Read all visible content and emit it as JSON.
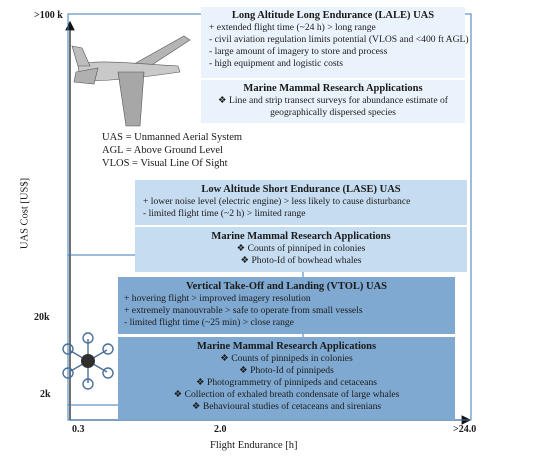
{
  "y_axis": {
    "label": "UAS Cost [US$]",
    "ticks": [
      ">100 k",
      "20k",
      "2k"
    ]
  },
  "x_axis": {
    "label": "Flight Endurance [h]",
    "ticks": [
      "0.3",
      "2.0",
      ">24.0"
    ]
  },
  "legend": [
    "UAS = Unmanned Aerial System",
    "AGL = Above Ground Level",
    "VLOS = Visual Line Of Sight"
  ],
  "lale": {
    "title": "Long Altitude Long Endurance (LALE) UAS",
    "items": [
      "+ extended flight time (~24 h) > long range",
      "- civil aviation regulation limits potential (VLOS and <400 ft AGL)",
      "- large amount of imagery to store and process",
      "- high equipment and logistic costs"
    ],
    "apps_title": "Marine Mammal Research Applications",
    "apps": [
      "❖ Line and strip transect surveys for abundance estimate of",
      "geographically dispersed species"
    ]
  },
  "lase": {
    "title": "Low Altitude Short Endurance (LASE) UAS",
    "items": [
      "+ lower noise level (electric engine) > less likely to cause disturbance",
      "- limited flight time (~2 h) > limited range"
    ],
    "apps_title": "Marine Mammal Research Applications",
    "apps": [
      "❖ Counts of pinniped in colonies",
      "❖ Photo-Id of bowhead whales"
    ]
  },
  "vtol": {
    "title": "Vertical Take-Off and Landing (VTOL) UAS",
    "items": [
      "+ hovering flight > improved imagery resolution",
      "+ extremely manouvrable > safe to operate from small vessels",
      "- limited flight time (~25 min) > close range"
    ],
    "apps_title": "Marine Mammal Research Applications",
    "apps": [
      "❖ Counts of pinnipeds in colonies",
      "❖ Photo-Id of pinnipeds",
      "❖ Photogrammetry of pinnipeds and cetaceans",
      "❖ Collection of exhaled breath condensate of large whales",
      "❖ Behavioural studies of cetaceans and sirenians"
    ]
  },
  "colors": {
    "lale_bg": "#eaf3fb",
    "lase_bg": "#c6dcf0",
    "vtol_bg": "#7fa9d1",
    "outline": "#3e7bb8"
  }
}
